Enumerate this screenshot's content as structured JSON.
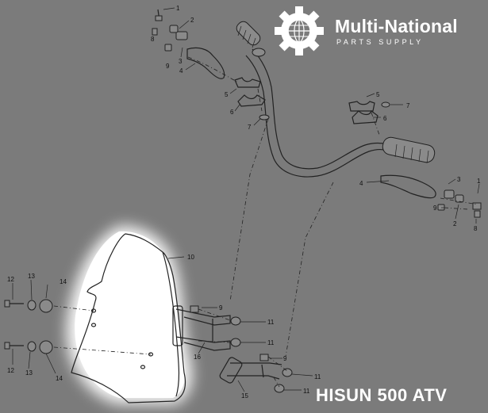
{
  "brand": {
    "name": "Multi-National",
    "tagline": "PARTS SUPPLY",
    "color": "#ffffff"
  },
  "model": {
    "title": "HISUN 500 ATV"
  },
  "callouts": [
    "1",
    "2",
    "8",
    "3",
    "9",
    "4",
    "5",
    "6",
    "7",
    "5",
    "6",
    "7",
    "3",
    "4",
    "1",
    "9",
    "2",
    "8",
    "10",
    "12",
    "13",
    "14",
    "12",
    "13",
    "14",
    "9",
    "11",
    "11",
    "16",
    "9",
    "11",
    "11",
    "15"
  ],
  "colors": {
    "background": "#7b7b7b",
    "line": "#222222",
    "glow": "#ffffff"
  }
}
